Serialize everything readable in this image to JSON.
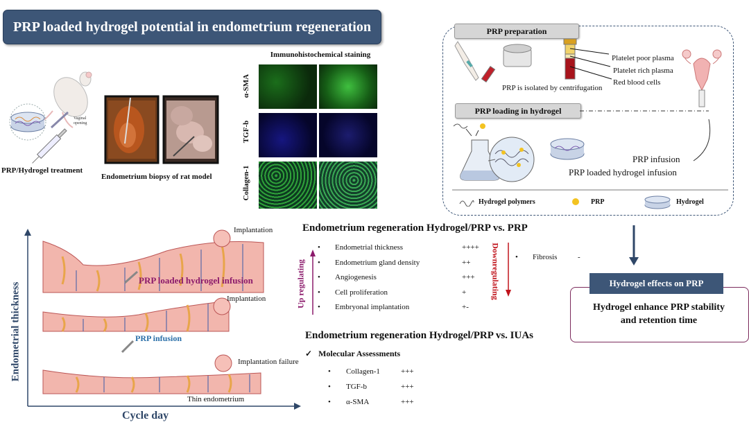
{
  "title": "PRP loaded hydrogel potential in endometrium regeneration",
  "left_top": {
    "treatment_label": "PRP/Hydrogel treatment",
    "injection_note": "Vaginal opening",
    "biopsy_label": "Endometrium biopsy of rat model"
  },
  "ihc": {
    "title": "Immunohistochemical staining",
    "rows": [
      {
        "label": "α-SMA",
        "color": "#1fa61f"
      },
      {
        "label": "TGF-b",
        "color": "#1a1a8a"
      },
      {
        "label": "Collagen-1",
        "color": "#2e9c3a"
      }
    ]
  },
  "prp_prep": {
    "tab": "PRP preparation",
    "centrifuge_caption": "PRP is isolated by centrifugation",
    "layers": [
      "Platelet poor plasma",
      "Platelet rich plasma",
      "Red blood cells"
    ],
    "loading_tab": "PRP loading in hydrogel",
    "infusion1": "PRP infusion",
    "infusion2": "PRP loaded hydrogel infusion",
    "legend": {
      "polymers": "Hydrogel polymers",
      "prp": "PRP",
      "hydrogel": "Hydrogel"
    }
  },
  "graph": {
    "ylabel": "Endometrial thickness",
    "xlabel": "Cycle day",
    "curves": [
      {
        "event": "Implantation",
        "label": "PRP loaded hydrogel infusion",
        "label_color": "#8b1a6b"
      },
      {
        "event": "Implantation",
        "label": "PRP infusion",
        "label_color": "#2a6fa8"
      },
      {
        "event": "Implantation failure",
        "label": "Thin endometrium",
        "label_color": "#111111"
      }
    ]
  },
  "comparison1": {
    "heading": "Endometrium regeneration Hydrogel/PRP vs. PRP",
    "up_label": "Up regulating",
    "down_label": "Downregulating",
    "up_items": [
      {
        "name": "Endometrial thickness",
        "score": "++++"
      },
      {
        "name": "Endometrium gland density",
        "score": "++"
      },
      {
        "name": "Angiogenesis",
        "score": "+++"
      },
      {
        "name": "Cell proliferation",
        "score": "+"
      },
      {
        "name": "Embryonal implantation",
        "score": "+-"
      }
    ],
    "down_items": [
      {
        "name": "Fibrosis",
        "score": "-"
      }
    ]
  },
  "comparison2": {
    "heading": "Endometrium regeneration Hydrogel/PRP vs. IUAs",
    "check": "✓",
    "subheading": "Molecular Assessments",
    "items": [
      {
        "name": "Collagen-1",
        "score": "+++"
      },
      {
        "name": "TGF-b",
        "score": "+++"
      },
      {
        "name": "α-SMA",
        "score": "+++"
      }
    ]
  },
  "effects": {
    "header": "Hydrogel effects on PRP",
    "text_line1": "Hydrogel enhance PRP stability",
    "text_line2": "and retention time"
  }
}
